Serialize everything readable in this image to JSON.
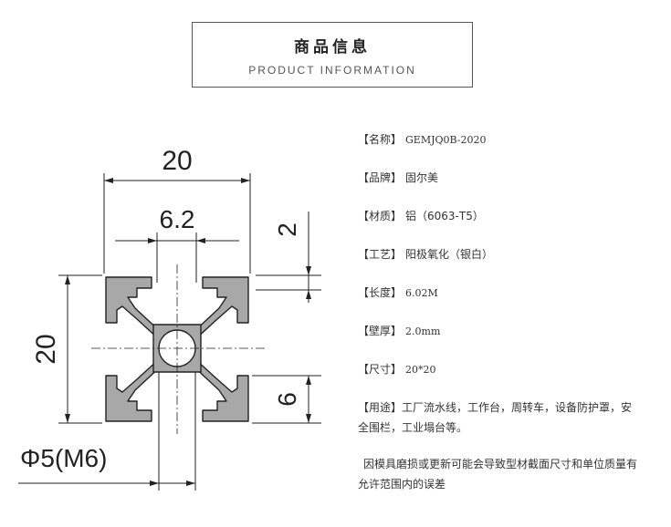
{
  "header": {
    "title": "商品信息",
    "subtitle": "PRODUCT INFORMATION"
  },
  "drawing": {
    "dim_top_width": "20",
    "dim_slot_width": "6.2",
    "dim_wall_top": "2",
    "dim_left_height": "20",
    "dim_right_lower": "6",
    "dim_hole": "Φ5(M6)",
    "profile_fill": "#a8a8a8",
    "line_color": "#222222"
  },
  "spec": {
    "rows": [
      {
        "label": "【名称】",
        "value": "GEMJQ0B-2020"
      },
      {
        "label": "【品牌】",
        "value": "固尔美"
      },
      {
        "label": "【材质】",
        "value": "铝（6063-T5）"
      },
      {
        "label": "【工艺】",
        "value": "阳极氧化（银白）"
      },
      {
        "label": "【长度】",
        "value": "6.02M"
      },
      {
        "label": "【壁厚】",
        "value": "2.0mm"
      },
      {
        "label": "【尺寸】",
        "value": "20*20"
      }
    ],
    "usage_label": "【用途】",
    "usage_text": "工厂流水线，工作台，周转车，设备防护罩，安全围栏，工业塌台等。",
    "note": "因模具磨损或更新可能会导致型材截面尺寸和单位质量有允许范围内的误差"
  }
}
